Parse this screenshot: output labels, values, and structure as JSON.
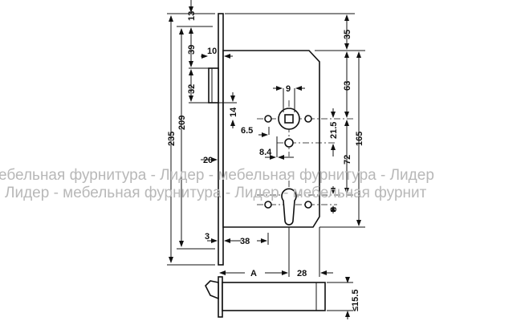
{
  "watermark": {
    "line1": "ебельная фурнитура - Лидер - мебельная фурнитура - Лидер",
    "line2": "Лидер - мебельная фурнитура - Лидер - мебельная фурнит"
  },
  "dimensions": {
    "d13": "13",
    "d39": "39",
    "d32": "32",
    "d10": "10",
    "d209": "209",
    "d235": "235",
    "d14": "14",
    "d9": "9",
    "d6_5": "6.5",
    "d8_4": "8.4",
    "d20": "20",
    "d35": "35",
    "d63": "63",
    "d21_5": "21.5",
    "d165": "165",
    "d72": "72",
    "d8": "8",
    "d3": "3",
    "d38": "38",
    "dA": "A",
    "d28": "28",
    "d15_5": "≤15.5"
  }
}
